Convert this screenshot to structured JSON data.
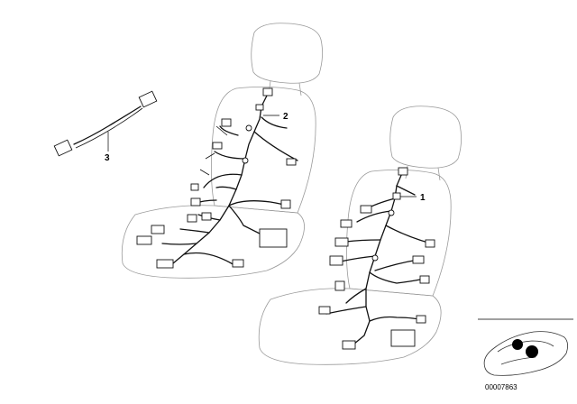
{
  "callouts": {
    "part_1": "1",
    "part_2": "2",
    "part_3": "3"
  },
  "diagram_ref": "00007863",
  "icons": {
    "left_seat": "seat-outline-icon",
    "right_seat": "seat-outline-icon",
    "car": "car-thumbnail-icon"
  }
}
